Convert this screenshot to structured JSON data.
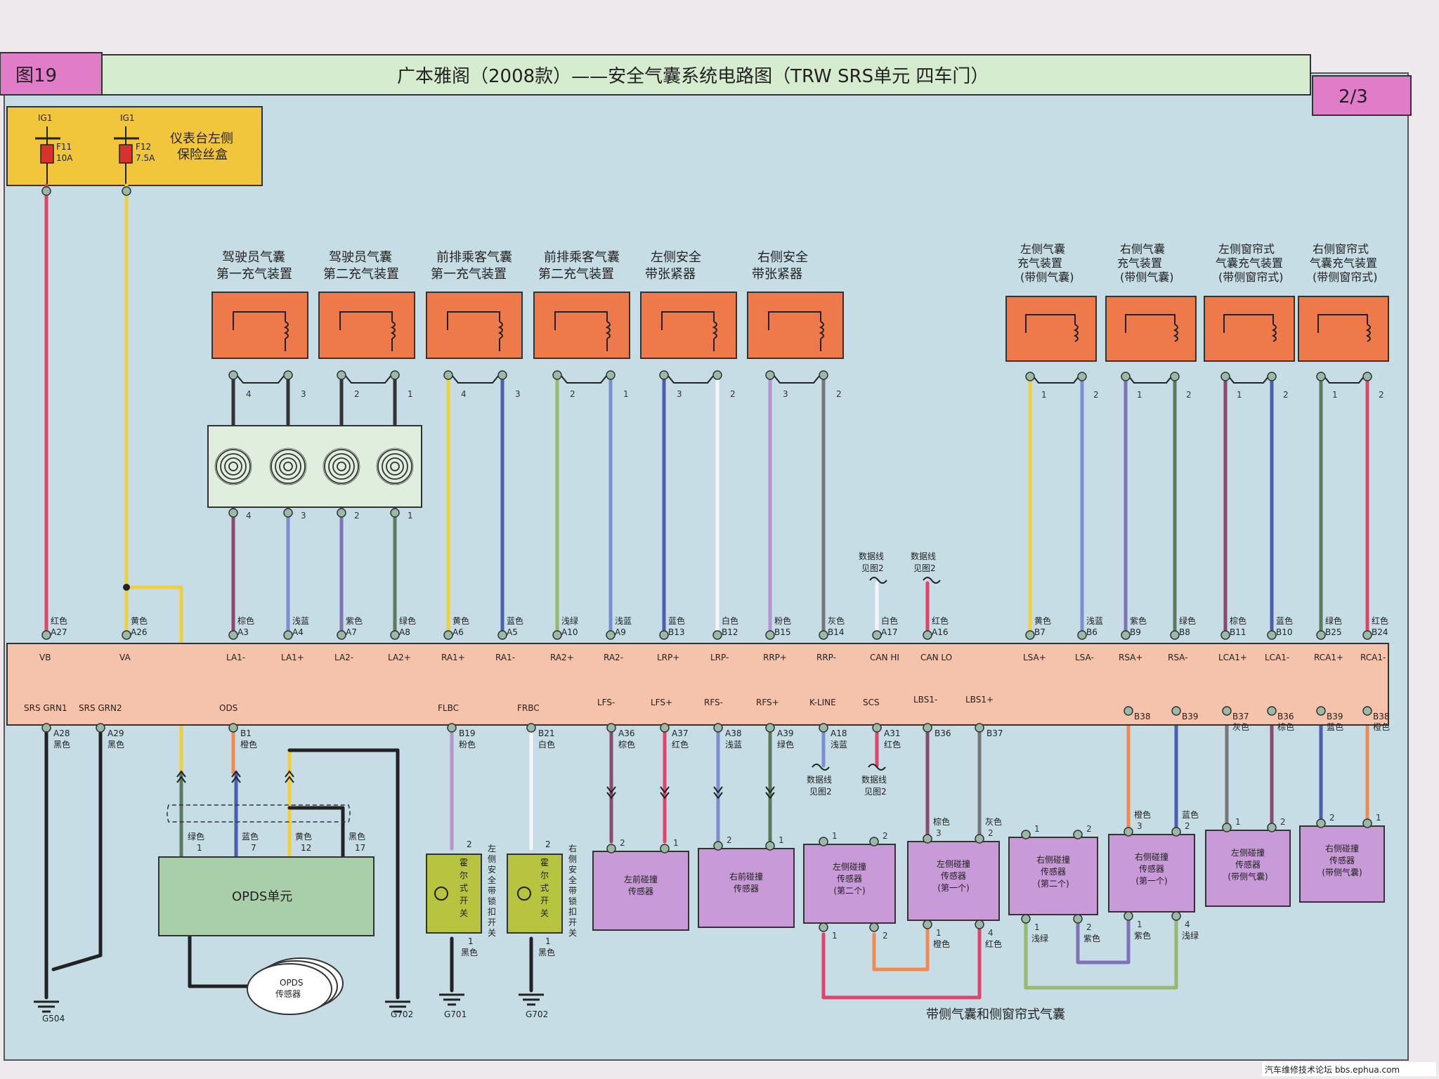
{
  "header": {
    "figure_no": "图19",
    "title": "广本雅阁（2008款）——安全气囊系统电路图（TRW SRS单元 四车门）",
    "page": "2/3"
  },
  "fuse_box": {
    "label": [
      "仪表台左侧",
      "保险丝盒"
    ],
    "fuses": [
      {
        "feed": "IG1",
        "name": "F11",
        "rating": "10A"
      },
      {
        "feed": "IG1",
        "name": "F12",
        "rating": "7.5A"
      }
    ]
  },
  "components_front": [
    {
      "label": [
        "驾驶员气囊",
        "第一充气装置"
      ],
      "pins": [
        "4",
        "3"
      ]
    },
    {
      "label": [
        "驾驶员气囊",
        "第二充气装置"
      ],
      "pins": [
        "2",
        "1"
      ]
    },
    {
      "label": [
        "前排乘客气囊",
        "第一充气装置"
      ],
      "pins": [
        "4",
        "3"
      ]
    },
    {
      "label": [
        "前排乘客气囊",
        "第二充气装置"
      ],
      "pins": [
        "2",
        "1"
      ]
    },
    {
      "label": [
        "左侧安全",
        "带张紧器"
      ],
      "pins": [
        "3",
        "2"
      ]
    },
    {
      "label": [
        "右侧安全",
        "带张紧器"
      ],
      "pins": [
        "3",
        "2"
      ]
    }
  ],
  "components_side": [
    {
      "label": [
        "左侧气囊",
        "充气装置",
        "(带侧气囊)"
      ],
      "pins": [
        "1",
        "2"
      ]
    },
    {
      "label": [
        "右侧气囊",
        "充气装置",
        "(带侧气囊)"
      ],
      "pins": [
        "1",
        "2"
      ]
    },
    {
      "label": [
        "左侧窗帘式",
        "气囊充气装置",
        "(带侧窗帘式)"
      ],
      "pins": [
        "1",
        "2"
      ]
    },
    {
      "label": [
        "右侧窗帘式",
        "气囊充气装置",
        "(带侧窗帘式)"
      ],
      "pins": [
        "1",
        "2"
      ]
    }
  ],
  "clockspring_pins": [
    "4",
    "3",
    "2",
    "1"
  ],
  "srs_top": [
    {
      "color": "红色",
      "pin": "A27",
      "signal": "VB"
    },
    {
      "color": "黄色",
      "pin": "A26",
      "signal": "VA"
    },
    {
      "color": "棕色",
      "pin": "A3",
      "signal": "LA1-"
    },
    {
      "color": "浅蓝",
      "pin": "A4",
      "signal": "LA1+"
    },
    {
      "color": "紫色",
      "pin": "A7",
      "signal": "LA2-"
    },
    {
      "color": "绿色",
      "pin": "A8",
      "signal": "LA2+"
    },
    {
      "color": "黄色",
      "pin": "A6",
      "signal": "RA1+"
    },
    {
      "color": "蓝色",
      "pin": "A5",
      "signal": "RA1-"
    },
    {
      "color": "浅绿",
      "pin": "A10",
      "signal": "RA2+"
    },
    {
      "color": "浅蓝",
      "pin": "A9",
      "signal": "RA2-"
    },
    {
      "color": "蓝色",
      "pin": "B13",
      "signal": "LRP+"
    },
    {
      "color": "白色",
      "pin": "B12",
      "signal": "LRP-"
    },
    {
      "color": "粉色",
      "pin": "B15",
      "signal": "RRP+"
    },
    {
      "color": "灰色",
      "pin": "B14",
      "signal": "RRP-"
    },
    {
      "color": "白色",
      "pin": "A17",
      "signal": "CAN HI"
    },
    {
      "color": "红色",
      "pin": "A16",
      "signal": "CAN LO"
    },
    {
      "color": "黄色",
      "pin": "B7",
      "signal": "LSA+"
    },
    {
      "color": "浅蓝",
      "pin": "B6",
      "signal": "LSA-"
    },
    {
      "color": "紫色",
      "pin": "B9",
      "signal": "RSA+"
    },
    {
      "color": "绿色",
      "pin": "B8",
      "signal": "RSA-"
    },
    {
      "color": "棕色",
      "pin": "B11",
      "signal": "LCA1+"
    },
    {
      "color": "蓝色",
      "pin": "B10",
      "signal": "LCA1-"
    },
    {
      "color": "绿色",
      "pin": "B25",
      "signal": "RCA1+"
    },
    {
      "color": "红色",
      "pin": "B24",
      "signal": "RCA1-"
    }
  ],
  "data_line_top": [
    "数据线",
    "见图2"
  ],
  "srs_bottom": [
    {
      "signal": "SRS GRN1",
      "pin": "A28",
      "color": "黑色"
    },
    {
      "signal": "SRS GRN2",
      "pin": "A29",
      "color": "黑色"
    },
    {
      "signal": "ODS",
      "pin": "B1",
      "color": "橙色"
    },
    {
      "signal": "FLBC",
      "pin": "B19",
      "color": "粉色"
    },
    {
      "signal": "FRBC",
      "pin": "B21",
      "color": "白色"
    },
    {
      "signal": "LFS-",
      "pin": "A36",
      "color": "棕色"
    },
    {
      "signal": "LFS+",
      "pin": "A37",
      "color": "红色"
    },
    {
      "signal": "RFS-",
      "pin": "A38",
      "color": "浅蓝"
    },
    {
      "signal": "RFS+",
      "pin": "A39",
      "color": "绿色"
    },
    {
      "signal": "K-LINE",
      "pin": "A18",
      "color": "浅蓝"
    },
    {
      "signal": "SCS",
      "pin": "A31",
      "color": "红色"
    },
    {
      "signal": "LBS1-",
      "pin": "B36",
      "color": ""
    },
    {
      "signal": "LBS1+",
      "pin": "B37",
      "color": ""
    },
    {
      "signal": "RFS+",
      "pin": "B38",
      "color": ""
    },
    {
      "signal": "RFS-",
      "pin": "B39",
      "color": ""
    },
    {
      "signal": "LBS1+",
      "pin": "B37",
      "color": "灰色"
    },
    {
      "signal": "LBS1-",
      "pin": "B36",
      "color": "棕色"
    },
    {
      "signal": "RFS-",
      "pin": "B39",
      "color": "蓝色"
    },
    {
      "signal": "RFS+",
      "pin": "B38",
      "color": "橙色"
    }
  ],
  "data_line_bottom": [
    "数据线",
    "见图2"
  ],
  "opds": {
    "unit": "OPDS单元",
    "sensor": [
      "OPDS",
      "传感器"
    ],
    "wires": [
      {
        "color": "绿色",
        "pin": "1"
      },
      {
        "color": "蓝色",
        "pin": "7"
      },
      {
        "color": "黄色",
        "pin": "12"
      },
      {
        "color": "黑色",
        "pin": "17"
      }
    ]
  },
  "buckle_switches": [
    {
      "inner": "霍尔式开关",
      "side": "左侧安全带锁扣开关",
      "pin_top": "2",
      "pin_bottom": "1",
      "color": "黑色",
      "ground": "G701"
    },
    {
      "inner": "霍尔式开关",
      "side": "右侧安全带锁扣开关",
      "pin_top": "2",
      "pin_bottom": "1",
      "color": "黑色",
      "ground": "G702"
    }
  ],
  "grounds": [
    "G504",
    "G702"
  ],
  "sensors": [
    {
      "label": [
        "左前碰撞",
        "传感器"
      ],
      "pins": [
        "2",
        "1"
      ]
    },
    {
      "label": [
        "右前碰撞",
        "传感器"
      ],
      "pins": [
        "2",
        "1"
      ]
    },
    {
      "label": [
        "左侧碰撞",
        "传感器",
        "(第二个)"
      ],
      "pins": [
        "1",
        "2"
      ]
    },
    {
      "label": [
        "左侧碰撞",
        "传感器",
        "(第一个)"
      ],
      "pins": [
        "3",
        "2",
        "1",
        "4"
      ],
      "wires": [
        "棕色",
        "灰色",
        "橙色",
        "红色"
      ]
    },
    {
      "label": [
        "右侧碰撞",
        "传感器",
        "(第二个)"
      ],
      "pins": [
        "1",
        "2"
      ],
      "wires": [
        "浅绿",
        "紫色"
      ]
    },
    {
      "label": [
        "右侧碰撞",
        "传感器",
        "(第一个)"
      ],
      "pins": [
        "3",
        "2",
        "1",
        "4"
      ],
      "wires": [
        "橙色",
        "蓝色",
        "紫色",
        "浅绿"
      ]
    },
    {
      "label": [
        "左侧碰撞",
        "传感器",
        "(带侧气囊)"
      ],
      "pins": [
        "1",
        "2"
      ]
    },
    {
      "label": [
        "右侧碰撞",
        "传感器",
        "(带侧气囊)"
      ],
      "pins": [
        "2",
        "1"
      ]
    }
  ],
  "footer_note": "带侧气囊和侧窗帘式气囊",
  "watermark": "汽车维修技术论坛 bbs.ephua.com",
  "colors": {
    "header_pink": "#e07cc8",
    "header_green": "#d6eccf",
    "panel_blue": "#c6dde6",
    "fuse_yellow": "#f1c63a",
    "srs_unit": "#f5c2ac",
    "airbag_orange": "#ee7a4c",
    "clockspring_green": "#dfeedd",
    "sensor_purple": "#c89ad8",
    "opds_green": "#a8cfa9",
    "buckle_olive": "#b6c43f"
  }
}
